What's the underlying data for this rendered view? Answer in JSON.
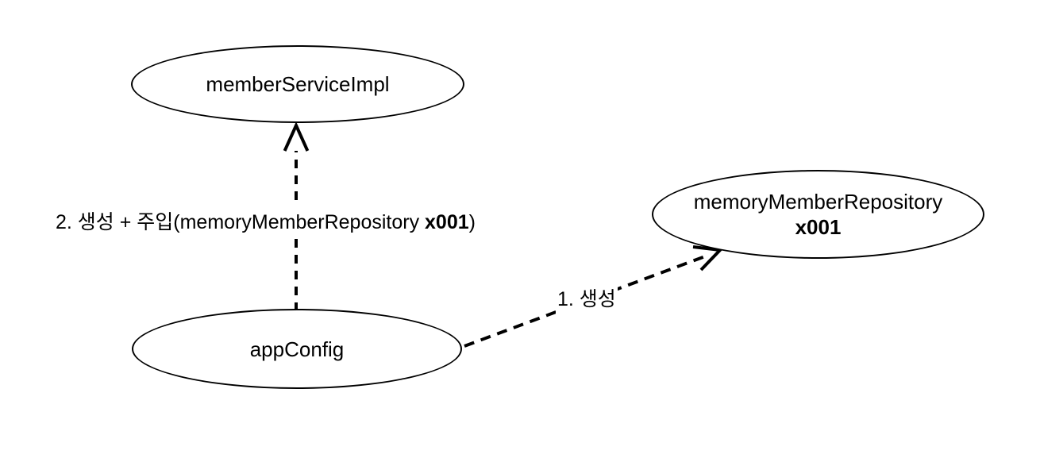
{
  "diagram": {
    "background_color": "#ffffff",
    "stroke_color": "#000000",
    "text_color": "#000000"
  },
  "nodes": {
    "member_service_impl": {
      "label": "memberServiceImpl"
    },
    "memory_member_repository": {
      "line1": "memoryMemberRepository",
      "line2": "x001"
    },
    "app_config": {
      "label": "appConfig"
    }
  },
  "edge_labels": {
    "inject": {
      "prefix": "2. 생성 + 주입(memoryMemberRepository ",
      "bold": "x001",
      "suffix": ")"
    },
    "create": {
      "text": "1. 생성"
    }
  }
}
